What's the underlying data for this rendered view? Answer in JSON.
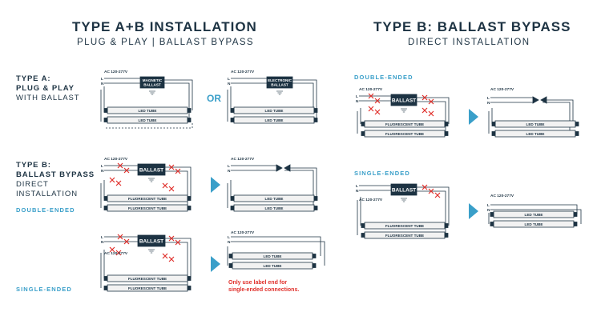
{
  "left_header": {
    "title": "TYPE A+B INSTALLATION",
    "subtitle": "PLUG & PLAY  |  BALLAST BYPASS"
  },
  "right_header": {
    "title": "TYPE B: BALLAST BYPASS",
    "subtitle": "DIRECT INSTALLATION"
  },
  "type_a": {
    "line1": "TYPE A:",
    "line2": "PLUG & PLAY",
    "line3": "WITH BALLAST"
  },
  "type_b": {
    "line1": "TYPE B:",
    "line2": "BALLAST BYPASS",
    "line3": "DIRECT",
    "line4": "INSTALLATION"
  },
  "labels": {
    "double_ended": "DOUBLE-ENDED",
    "single_ended": "SINGLE-ENDED",
    "or": "OR"
  },
  "note": {
    "line1": "Only use label end for",
    "line2": "single-ended connections."
  },
  "wiring": {
    "ac": "AC 120-277V",
    "line": "L",
    "neutral": "N",
    "magnetic_ballast": [
      "MAGNETIC",
      "BALLAST"
    ],
    "electronic_ballast": [
      "ELECTRONIC",
      "BALLAST"
    ],
    "ballast": "BALLAST",
    "led_tube": "LED TUBE",
    "fluorescent_tube": "FLUORESCENT TUBE"
  },
  "colors": {
    "navy": "#1d3343",
    "blue": "#3a9fc9",
    "red": "#e0302b"
  }
}
